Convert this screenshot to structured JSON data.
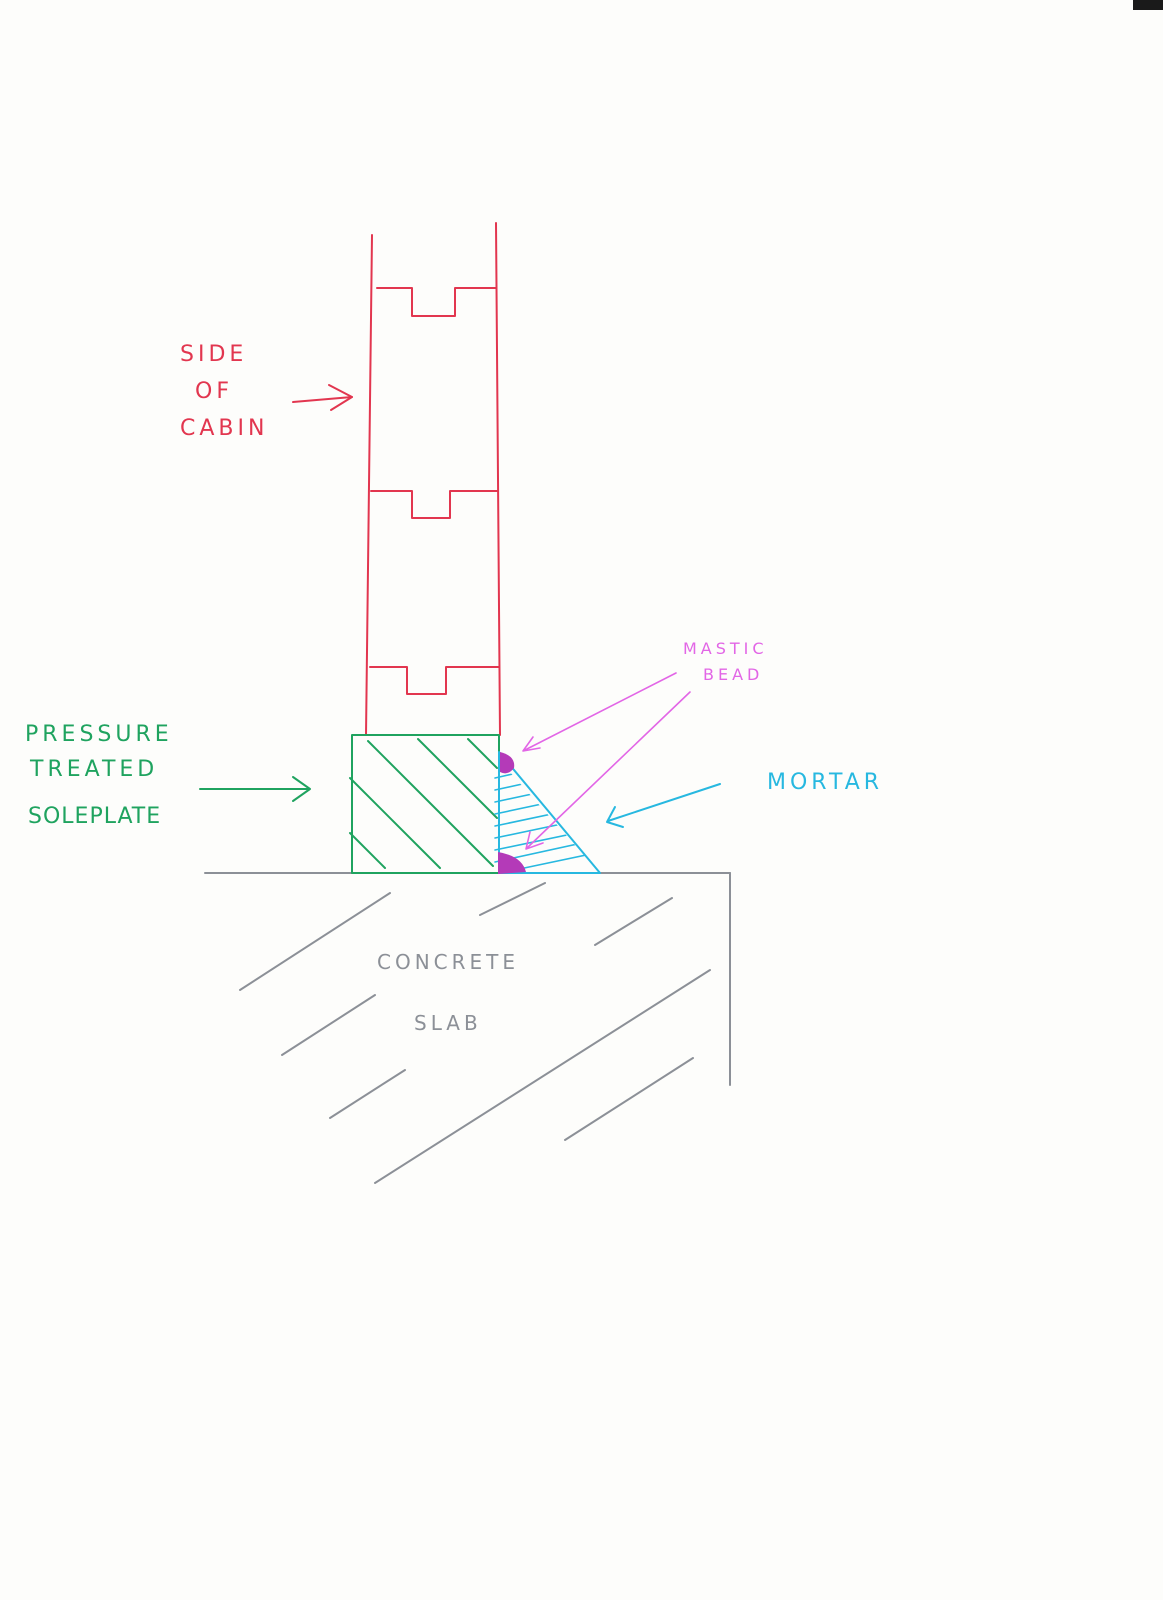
{
  "colors": {
    "cabin": "#e2364f",
    "soleplate": "#1fa35f",
    "mortar": "#27b8e0",
    "mastic": "#b43ab8",
    "mastic_label": "#e266e6",
    "concrete": "#8c9097"
  },
  "labels": {
    "cabin": [
      "SIDE",
      "OF",
      "CABIN"
    ],
    "soleplate": [
      "PRESSURE",
      "TREATED",
      "SOLEPLATE"
    ],
    "mastic": [
      "MASTIC",
      "BEAD"
    ],
    "mortar": "MORTAR",
    "concrete": [
      "CONCRETE",
      "SLAB"
    ]
  }
}
